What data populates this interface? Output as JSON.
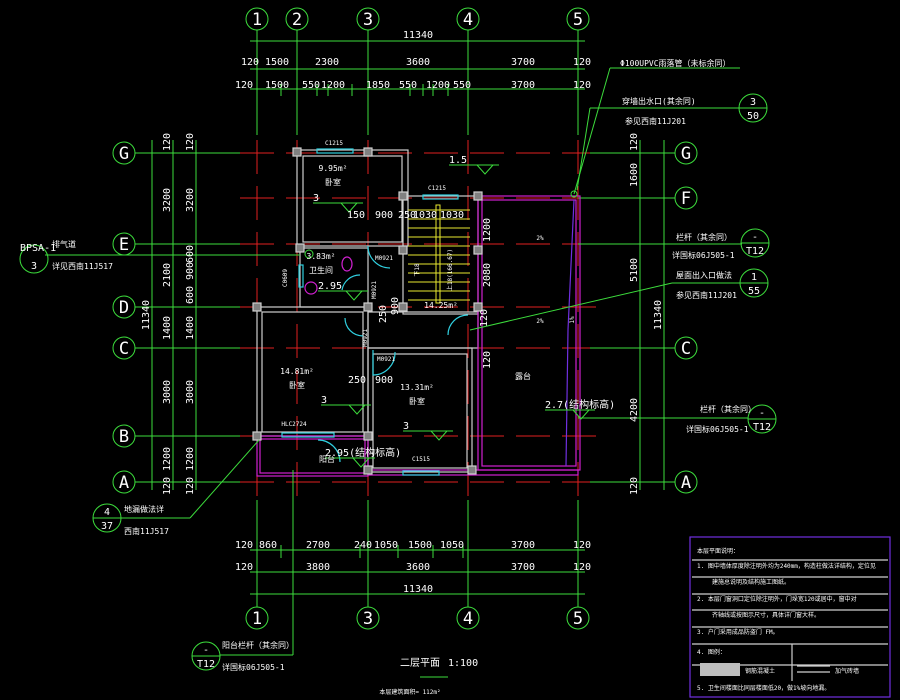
{
  "drawing": {
    "title": "二层平面",
    "scale": "1:100",
    "area_note": "本层建筑面积= 112m²",
    "colors": {
      "axis": "#3cdc3c",
      "wall": "#cfcfcf",
      "grid": "#e02020",
      "railing": "#d020d0",
      "window": "#30d0e0",
      "stair": "#e8e830",
      "frame": "#7030e0"
    }
  },
  "axes": {
    "columns": [
      "1",
      "2",
      "3",
      "4",
      "5"
    ],
    "bottom_columns": [
      "1",
      "3",
      "4",
      "5"
    ],
    "rows": [
      "G",
      "F",
      "E",
      "D",
      "C",
      "B",
      "A"
    ],
    "left_rows": [
      "G",
      "E",
      "D",
      "C",
      "B",
      "A"
    ]
  },
  "dims_top": {
    "total": "11340",
    "row1": [
      "120",
      "1500",
      "2300",
      "3600",
      "3700",
      "120"
    ],
    "row2": [
      "120",
      "1500",
      "550",
      "1200",
      "1850",
      "550",
      "1200",
      "550",
      "3700",
      "120"
    ]
  },
  "dims_bottom": {
    "row1": [
      "120",
      "860",
      "2700",
      "240",
      "1050",
      "1500",
      "1050",
      "3700",
      "120"
    ],
    "row2": [
      "120",
      "3800",
      "3600",
      "3700",
      "120"
    ],
    "total": "11340"
  },
  "dims_left": {
    "total": "11340",
    "col1": [
      "120",
      "3200",
      "2100",
      "1400",
      "3000",
      "1200",
      "120"
    ],
    "col2": [
      "120",
      "3200",
      "600",
      "900",
      "600",
      "1400",
      "3000",
      "1200",
      "120"
    ]
  },
  "dims_right": {
    "col1": [
      "120",
      "1600",
      "5100",
      "4200",
      "120"
    ],
    "total": "11340"
  },
  "interior_dims": [
    "150",
    "900",
    "250",
    "1030",
    "1030",
    "1200",
    "2080",
    "120",
    "250",
    "900",
    "250",
    "900",
    "120"
  ],
  "rooms": [
    {
      "area": "9.95m²",
      "name": "卧室",
      "level": "3"
    },
    {
      "area": "3.83m²",
      "name": "卫生间",
      "level": "2.95"
    },
    {
      "area": "14.25m²",
      "name": "",
      "level": "1.5"
    },
    {
      "area": "14.81m²",
      "name": "卧室",
      "level": "3"
    },
    {
      "area": "13.31m²",
      "name": "卧室",
      "level": "3"
    },
    {
      "area": "",
      "name": "阳台",
      "level": "2.95(结构标高)"
    },
    {
      "area": "",
      "name": "露台",
      "level": "2.7(结构标高)"
    }
  ],
  "openings": [
    "C1215",
    "C1215",
    "M0921",
    "M0921",
    "M0921",
    "M0921",
    "HLC2724",
    "C1515",
    "C0609"
  ],
  "stair_labels": [
    "下18",
    "上18(166.67)"
  ],
  "slopes": [
    "2%",
    "2%",
    "1%"
  ],
  "callouts": {
    "pipe": "Φ100UPVC雨落管（未标余同）",
    "outlet": {
      "title": "穿墙出水口(其余同)",
      "ref": "参见西南11J201",
      "top": "3",
      "bottom": "50"
    },
    "railing_1": {
      "title": "栏杆（其余同）",
      "ref": "详国标06J505-1",
      "top": "-",
      "bottom": "T12"
    },
    "roof_access": {
      "title": "屋面出入口做法",
      "ref": "参见西南11J201",
      "top": "1",
      "bottom": "55"
    },
    "railing_2": {
      "title": "栏杆（其余同）",
      "ref": "详国标06J505-1",
      "top": "-",
      "bottom": "T12"
    },
    "flue": {
      "code": "BPSA-1",
      "title": "排气道",
      "ref": "详见西南11J517",
      "bottom": "3"
    },
    "drain": {
      "title": "地漏做法详",
      "ref": "西南11J517",
      "top": "4",
      "bottom": "37"
    },
    "balcony_railing": {
      "title": "阳台栏杆（其余同）",
      "ref": "详国标06J505-1",
      "top": "-",
      "bottom": "T12"
    }
  },
  "notes": {
    "title": "本层平面说明：",
    "lines": [
      "1. 图中墙体厚度除注明外均为240mm，构造柱做法详结构，定位见",
      "建施总说明及结构施工图纸。",
      "2. 本层门窗洞口定位除注明外，门垛宽120或居中，窗中对",
      "齐轴线或按图示尺寸，具体详门窗大样。",
      "3. 户门采用成品防盗门 FM。",
      "4. 图例：",
      "5. 卫生间楼面比同层楼面低20，做1%坡向地漏。"
    ],
    "legend": [
      {
        "label": "钢筋混凝土",
        "color": "#bdbdbd"
      },
      {
        "label": "加气砖墙"
      }
    ]
  }
}
